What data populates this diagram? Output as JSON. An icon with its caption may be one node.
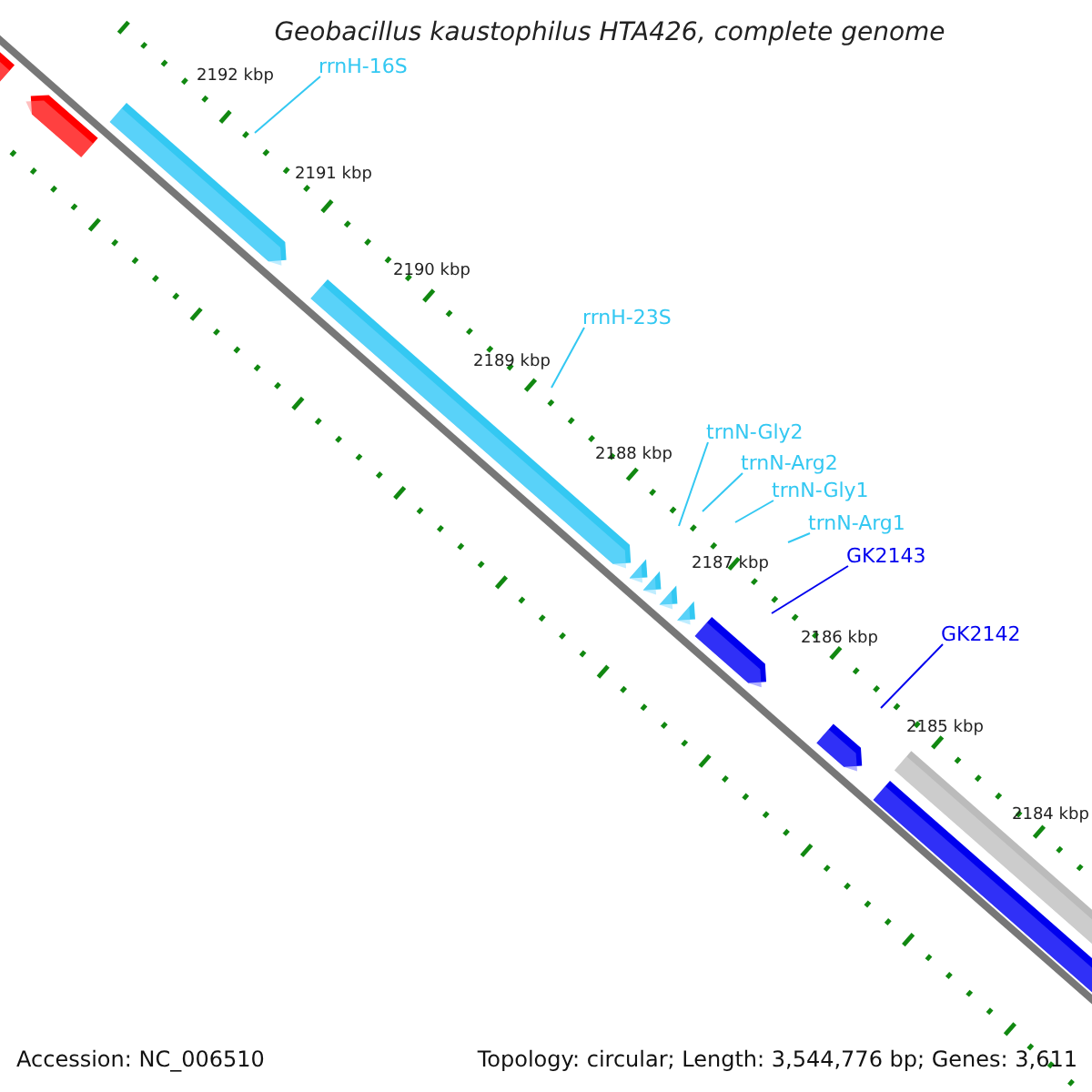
{
  "diagram": {
    "title": "Geobacillus kaustophilus HTA426, complete genome",
    "nodes": [
      {
        "text": [
          "rrnH-16S"
        ]
      },
      {
        "text": [
          "rrnH-23S"
        ]
      },
      {
        "text": [
          "trnN-Gly2"
        ]
      },
      {
        "text": [
          "trnN-Arg2"
        ]
      },
      {
        "text": [
          "trnN-Gly1"
        ]
      },
      {
        "text": [
          "trnN-Arg1"
        ]
      },
      {
        "text": [
          "GK2143"
        ]
      },
      {
        "text": [
          "GK2142"
        ]
      }
    ],
    "edges": [
      {
        "from": 0,
        "to": null,
        "arrow": "none"
      },
      {
        "from": 1,
        "to": null,
        "arrow": "none"
      },
      {
        "from": 2,
        "to": null,
        "arrow": "none"
      },
      {
        "from": 3,
        "to": null,
        "arrow": "none"
      },
      {
        "from": 4,
        "to": null,
        "arrow": "none"
      },
      {
        "from": 5,
        "to": null,
        "arrow": "none"
      },
      {
        "from": 6,
        "to": null,
        "arrow": "none",
        "color": "#0000ee"
      },
      {
        "from": 7,
        "to": null,
        "arrow": "none",
        "color": "#0000ee"
      }
    ],
    "labels": [
      "2192 kbp",
      "2191 kbp",
      "2190 kbp",
      "2189 kbp",
      "2188 kbp",
      "2187 kbp",
      "2186 kbp",
      "2185 kbp",
      "2184 kbp",
      "Accession: NC_006510",
      "Topology: circular; Length: 3,544,776 bp; Genes: 3,611"
    ]
  }
}
